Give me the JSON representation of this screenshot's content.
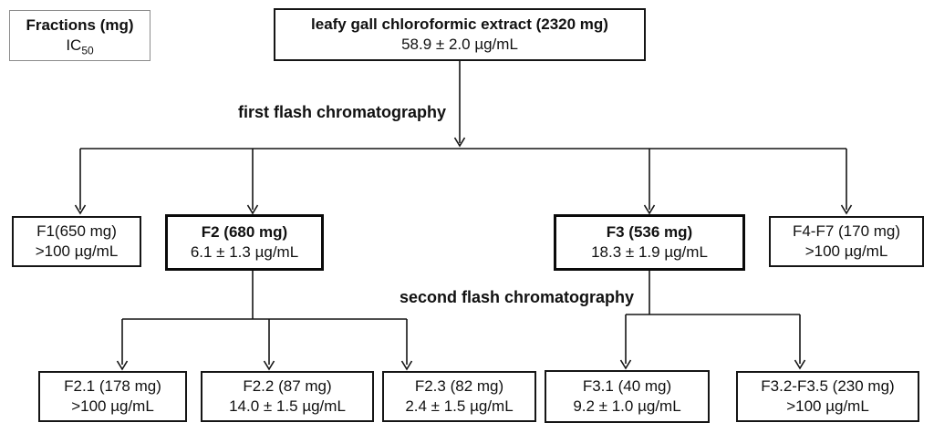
{
  "figure": {
    "legend": {
      "title": "Fractions (mg)",
      "ic_prefix": "IC",
      "ic_sub": "50"
    },
    "root": {
      "title": "leafy gall chloroformic extract (2320 mg)",
      "ic50": "58.9 ± 2.0 µg/mL"
    },
    "stage_labels": {
      "first": "first flash chromatography",
      "second": "second flash chromatography"
    },
    "level1": [
      {
        "id": "F1",
        "title": "F1(650 mg)",
        "ic50": ">100 µg/mL",
        "emphasis": false
      },
      {
        "id": "F2",
        "title": "F2 (680 mg)",
        "ic50": "6.1 ± 1.3 µg/mL",
        "emphasis": true
      },
      {
        "id": "F3",
        "title": "F3 (536 mg)",
        "ic50": "18.3 ± 1.9 µg/mL",
        "emphasis": true
      },
      {
        "id": "F4-F7",
        "title": "F4-F7 (170 mg)",
        "ic50": ">100 µg/mL",
        "emphasis": false
      }
    ],
    "level2": [
      {
        "id": "F2.1",
        "title": "F2.1 (178 mg)",
        "ic50": ">100 µg/mL"
      },
      {
        "id": "F2.2",
        "title": "F2.2 (87 mg)",
        "ic50": "14.0 ± 1.5 µg/mL"
      },
      {
        "id": "F2.3",
        "title": "F2.3 (82 mg)",
        "ic50": "2.4 ± 1.5 µg/mL"
      },
      {
        "id": "F3.1",
        "title": "F3.1 (40 mg)",
        "ic50": "9.2 ± 1.0 µg/mL"
      },
      {
        "id": "F3.2-F3.5",
        "title": "F3.2-F3.5 (230 mg)",
        "ic50": ">100 µg/mL"
      }
    ],
    "colors": {
      "ink": "#111111",
      "legend_border": "#8c8c8c",
      "background": "#ffffff"
    }
  }
}
